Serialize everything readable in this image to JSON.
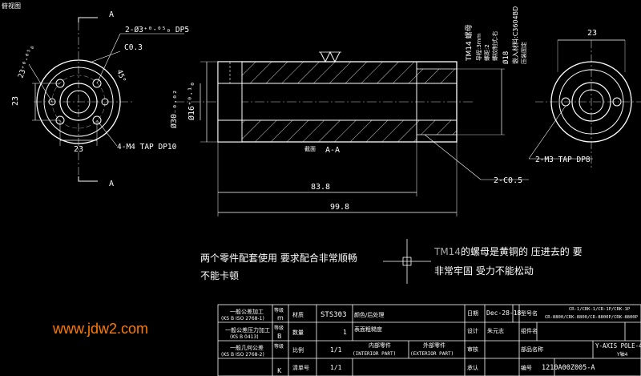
{
  "window": {
    "title": "俯视图"
  },
  "left_view": {
    "section_mark_top": "A",
    "section_mark_bottom": "A",
    "hole_callout": "2-Ø3⁺⁰·⁰⁵₀ DP5",
    "chamfer": "C0.3",
    "dia_23_05": "23⁺⁰·⁰⁵₀",
    "angle": "45°",
    "dim_height": "23",
    "dim_width": "23",
    "tap_callout": "4-M4 TAP DP10"
  },
  "main_view": {
    "outer_dia": "Ø30₋₀.₀₂",
    "inner_dia": "Ø16⁺⁰·¹₀",
    "section_label_cn": "截面",
    "section_label": "A-A",
    "dim_83_8": "83.8",
    "dim_99_8": "99.8",
    "chamfer_2": "2-C0.5",
    "thread_note_1": "TM14 螺母",
    "thread_note_2": "导程:3mm",
    "thread_note_3": "螺距:2",
    "thread_note_4": "螺纹制式:右",
    "dia_18": "Ø18",
    "insert_material": "嵌入材料:C3604BD",
    "insert_method": "压装固定"
  },
  "right_view": {
    "dim_top": "23",
    "tap_callout": "2-M3 TAP DP8"
  },
  "notes": {
    "left_line1": "两个零件配套使用  要求配合非常顺畅",
    "left_line2": "不能卡顿",
    "right_line1_a": "TM14",
    "right_line1_b": "的螺母是黄铜的  压进去的  要",
    "right_line2": "非常牢固  受力不能松动"
  },
  "watermark": "www.jdw2.com",
  "title_block": {
    "tol_general": "一般公差加工",
    "tol_general_std": "(KS B ISO 2768-1)",
    "tol_press": "一般公差压力加工",
    "tol_press_std": "(KS B 0413)",
    "tol_geom": "一般几何公差",
    "tol_geom_std": "(KS B ISO 2768-2)",
    "grade": "等级",
    "grade_m": "m",
    "grade_b": "B",
    "grade_k": "K",
    "material_label": "材质",
    "material": "STS303",
    "color_label": "颜色/后处理",
    "qty_label": "数量",
    "qty": "1",
    "surface_label": "表面粗糙度",
    "scale_label": "比例",
    "scale": "1/1",
    "inner_part": "内部零件",
    "inner_part_en": "(INTERIOR PART)",
    "outer_part": "外部零件",
    "outer_part_en": "(EXTERIOR PART)",
    "sheet_label": "清单号",
    "sheet": "1/1",
    "date_label": "日期",
    "date": "Dec-28-18",
    "design_label": "设计",
    "designer": "朱元志",
    "review_label": "审核",
    "approve_label": "承认",
    "model_label": "型号名",
    "model_1": "CR-1/CRK-1/CR-1P/CRK-1P",
    "model_2": "CR-8800/CRK-8800/CR-8800P/CRK-8800P",
    "assembly_label": "组件名",
    "part_label": "部品名称",
    "part_name": "Y-AXIS POLE-4",
    "part_name_cn": "Y轴4",
    "number_label": "编号",
    "number": "1210A00Z005-A"
  }
}
